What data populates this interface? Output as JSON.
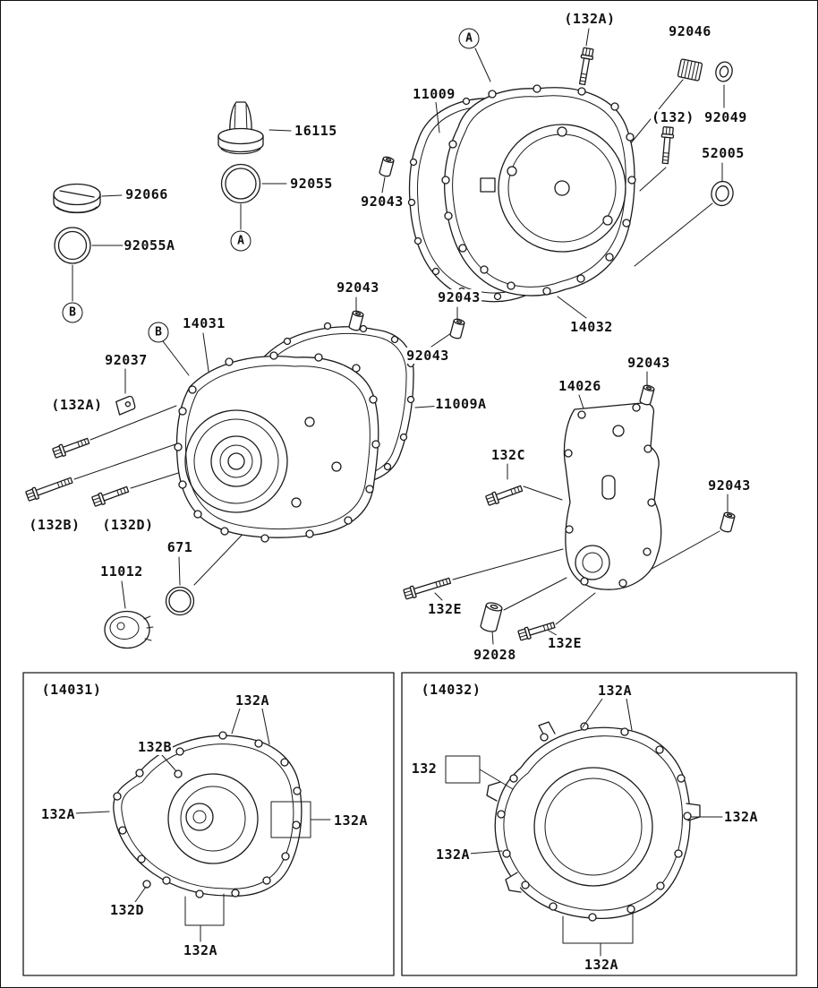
{
  "diagram": {
    "type": "engine-cover-parts-diagram",
    "ink_color": "#1a1a1a",
    "background_color": "#ffffff",
    "ref_markers": {
      "a": "A",
      "b": "B"
    },
    "part_labels": {
      "p11009": "11009",
      "p11009a": "11009A",
      "p11012": "11012",
      "p132": "132",
      "p132a": "132A",
      "p132b": "132B",
      "p132c": "132C",
      "p132d": "132D",
      "p132e": "132E",
      "p14026": "14026",
      "p14031": "14031",
      "p14032": "14032",
      "p16115": "16115",
      "p52005": "52005",
      "p671": "671",
      "p92028": "92028",
      "p92037": "92037",
      "p92043": "92043",
      "p92046": "92046",
      "p92049": "92049",
      "p92055": "92055",
      "p92055a": "92055A",
      "p92066": "92066",
      "paren_132": "(132)",
      "paren_132a": "(132A)",
      "paren_132b": "(132B)",
      "paren_132d": "(132D)"
    },
    "insets": {
      "left_title": "(14031)",
      "right_title": "(14032)"
    }
  }
}
